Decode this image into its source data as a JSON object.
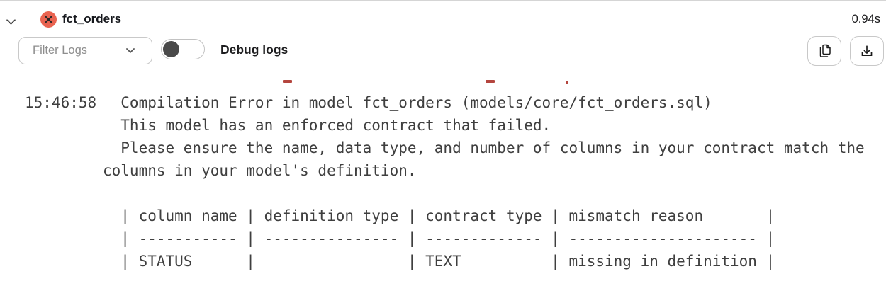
{
  "header": {
    "title": "fct_orders",
    "duration": "0.94s",
    "status": "error"
  },
  "toolbar": {
    "filter_label": "Filter Logs",
    "debug_toggle": {
      "label": "Debug logs",
      "state": "off"
    }
  },
  "log": {
    "timestamp": "15:46:58",
    "lines": [
      "  Compilation Error in model fct_orders (models/core/fct_orders.sql)",
      "  This model has an enforced contract that failed.",
      "  Please ensure the name, data_type, and number of columns in your contract match the",
      "columns in your model's definition.",
      "",
      "  | column_name | definition_type | contract_type | mismatch_reason       |",
      "  | ----------- | --------------- | ------------- | --------------------- |",
      "  | STATUS      |                 | TEXT          | missing in definition |"
    ]
  },
  "icons": {
    "collapse": "chevron-down",
    "status": "error-circle-x",
    "filter_dropdown": "chevron-down",
    "copy": "copy-pages",
    "download": "download-tray"
  },
  "colors": {
    "error_badge": "#e96350",
    "clipped_red_text": "#b4453e",
    "log_text": "#3f3f3f",
    "control_border": "#c9c9c9",
    "toggle_knob": "#4a4a4a"
  }
}
